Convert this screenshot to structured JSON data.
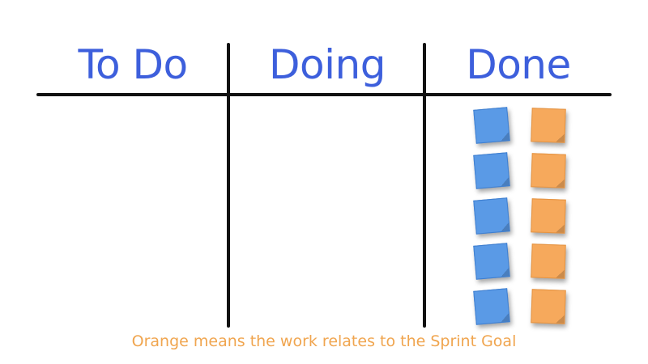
{
  "columns": [
    {
      "label": "To Do"
    },
    {
      "label": "Doing"
    },
    {
      "label": "Done"
    }
  ],
  "done_column": {
    "rows": [
      {
        "left": "blue",
        "right": "orange"
      },
      {
        "left": "blue",
        "right": "orange"
      },
      {
        "left": "blue",
        "right": "orange"
      },
      {
        "left": "blue",
        "right": "orange"
      },
      {
        "left": "blue",
        "right": "orange"
      }
    ]
  },
  "caption": "Orange means the work relates to the Sprint Goal",
  "colors": {
    "heading": "#3d5fdc",
    "lines": "#111111",
    "note_blue": "#5a9ae6",
    "note_orange": "#f6a95c",
    "caption": "#f0a54f"
  }
}
